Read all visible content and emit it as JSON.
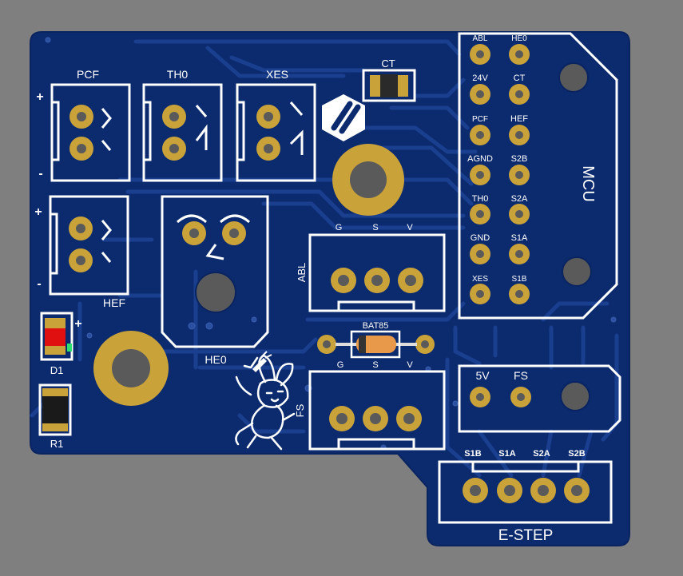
{
  "board": {
    "colors": {
      "background": "#7f7f7f",
      "solder_mask": "#0c2a6e",
      "trace": "#1a3f8f",
      "silkscreen": "#ffffff",
      "pad_gold": "#c9a23a",
      "pad_hole": "#5a5a5a",
      "led_red": "#e01010",
      "diode_orange": "#e89a4a"
    },
    "connectors": {
      "pcf": {
        "label": "PCF",
        "plus": "+",
        "minus": "-"
      },
      "th0": {
        "label": "TH0"
      },
      "xes": {
        "label": "XES"
      },
      "hef": {
        "label": "HEF",
        "plus": "+",
        "minus": "-"
      },
      "he0": {
        "label": "HE0"
      },
      "abl": {
        "label": "ABL",
        "pins": [
          "G",
          "S",
          "V"
        ]
      },
      "fs": {
        "label": "FS",
        "pins": [
          "G",
          "S",
          "V"
        ]
      },
      "estep": {
        "label": "E-STEP",
        "pins": [
          "S1B",
          "S1A",
          "S2A",
          "S2B"
        ]
      },
      "power": {
        "pins": [
          "5V",
          "FS"
        ]
      }
    },
    "mcu": {
      "label": "MCU",
      "left_pins": [
        "ABL",
        "24V",
        "PCF",
        "AGND",
        "TH0",
        "GND",
        "XES"
      ],
      "right_pins": [
        "HE0",
        "CT",
        "HEF",
        "S2B",
        "S2A",
        "S1A",
        "S1B"
      ]
    },
    "components": {
      "ct": "CT",
      "diode": "BAT85",
      "led": {
        "label": "D1",
        "plus": "+"
      },
      "resistor": "R1"
    },
    "icons": [
      "logo-hexagon-icon",
      "rabbit-mascot-icon",
      "mounting-hole-icon"
    ]
  }
}
